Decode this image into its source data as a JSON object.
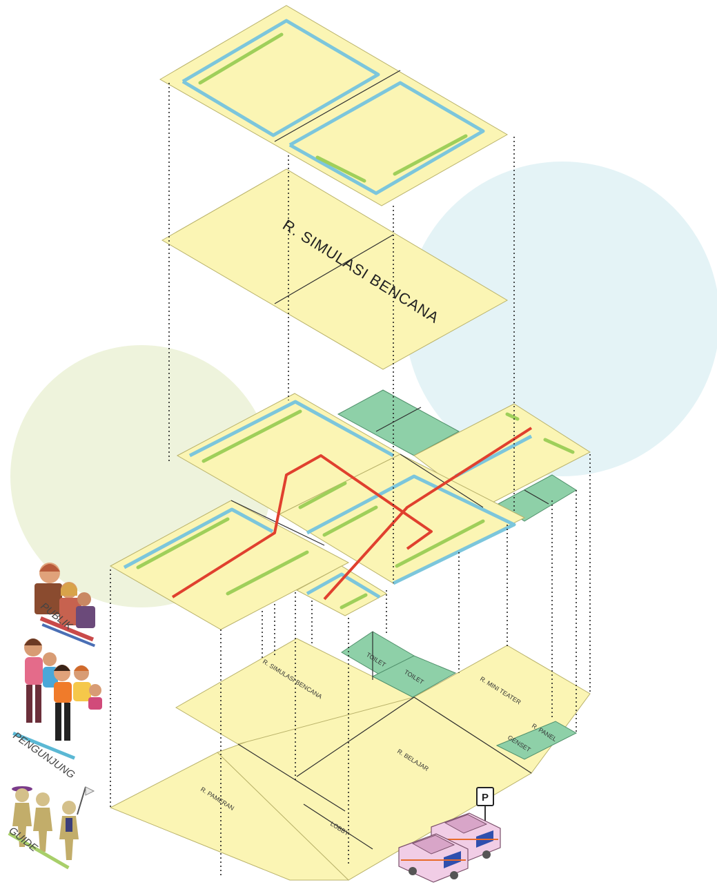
{
  "colors": {
    "slab": "#fbf5b4",
    "service_zone": "#8ed0a8",
    "circulation_route": "#e0402e",
    "facade_line_blue": "#7cc6dc",
    "facade_line_green": "#9fcf5a",
    "bg_circle_blue": "#e4f3f6",
    "bg_circle_green": "#eef3dc"
  },
  "levels": {
    "roof": {
      "label": ""
    },
    "third_floor": {
      "label": "R. SIMULASI BENCANA"
    },
    "second_floor": {
      "label": ""
    },
    "ground_floor": {
      "rooms": {
        "toilet_1": "TOILET",
        "toilet_2": "TOILET",
        "simulasi": "R. SIMULASI BENCANA",
        "teater": "R. MINI TEATER",
        "panel": "R. PANEL",
        "genset": "GENSET",
        "belajar": "R. BELAJAR",
        "pameran": "R. PAMERAN",
        "lobby": "LOBBY"
      }
    }
  },
  "users": {
    "publik": "PUBLIK",
    "pengunjung": "PENGUNJUNG",
    "guide": "GUIDE"
  },
  "parking_sign": "P",
  "icons": [
    "publik-group-icon",
    "pengunjung-family-icon",
    "guide-group-icon",
    "parking-sign-icon",
    "car-icon"
  ]
}
